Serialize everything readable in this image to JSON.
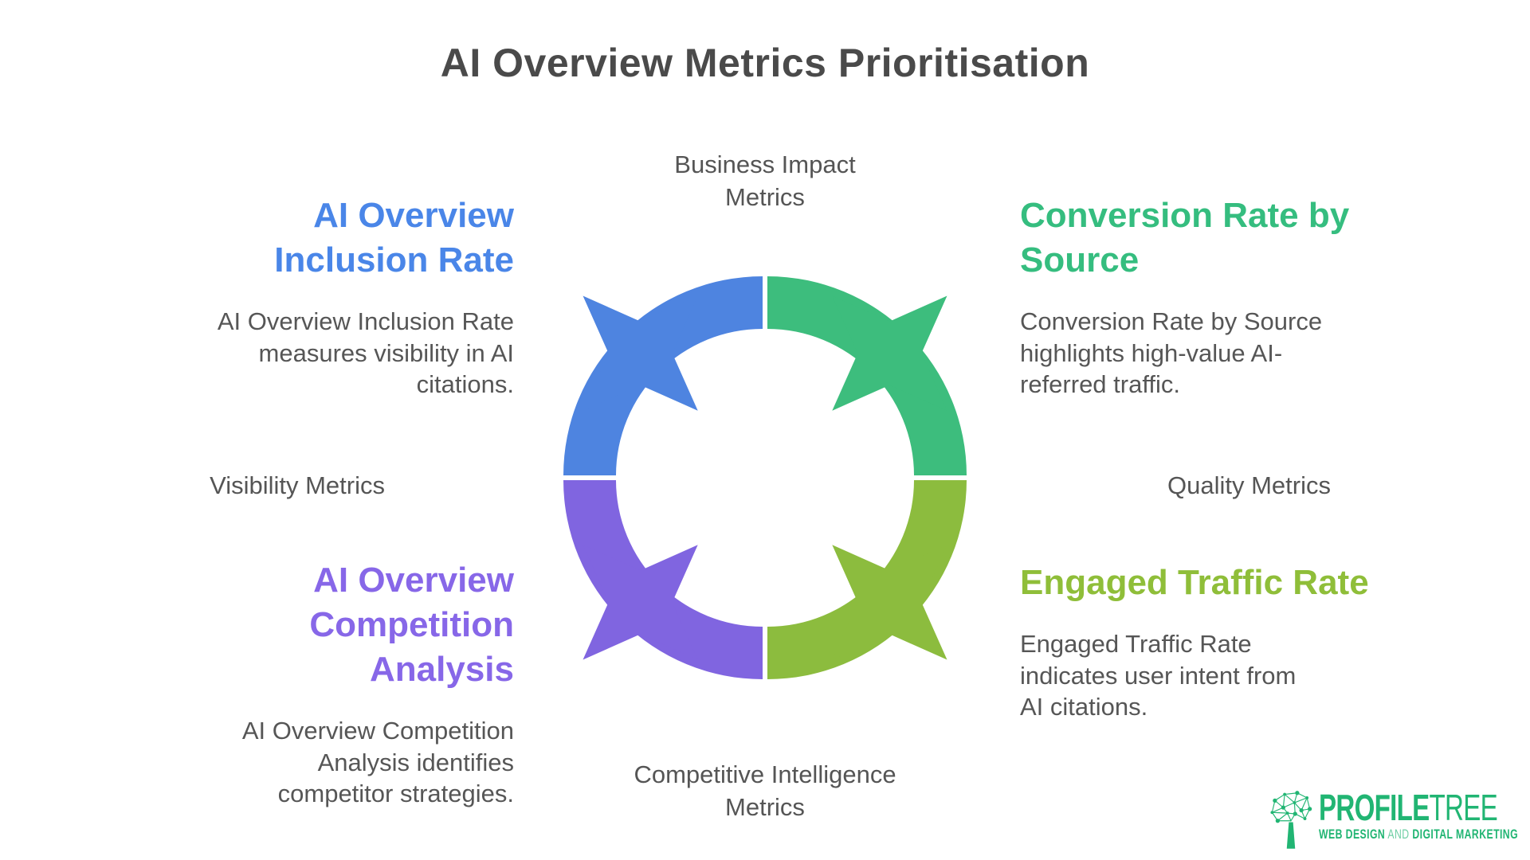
{
  "title": "AI Overview Metrics Prioritisation",
  "palette": {
    "blue": "#4e84e0",
    "green": "#3dbd7d",
    "purple": "#8065e0",
    "lime": "#8cbc3e",
    "heading_blue": "#4a86e8",
    "heading_green": "#35bd7f",
    "heading_purple": "#8767e8",
    "heading_lime": "#8fbe39",
    "text_gray": "#565656",
    "label_gray": "#555555",
    "title_gray": "#4a4a4a",
    "brand_green": "#21b573"
  },
  "cycle": {
    "top_label_lines": [
      "Business Impact",
      "Metrics"
    ],
    "bottom_label_lines": [
      "Competitive Intelligence",
      "Metrics"
    ],
    "left_label": "Visibility Metrics",
    "right_label": "Quality Metrics",
    "quadrants": [
      {
        "name": "visibility-quadrant",
        "color": "#4e84e0"
      },
      {
        "name": "quality-quadrant",
        "color": "#3dbd7d"
      },
      {
        "name": "competitive-quadrant",
        "color": "#8065e0"
      },
      {
        "name": "engagement-quadrant",
        "color": "#8cbc3e"
      }
    ]
  },
  "sections": {
    "inclusion": {
      "heading_lines": [
        "AI Overview",
        "Inclusion Rate"
      ],
      "desc_lines": [
        "AI Overview Inclusion Rate",
        "measures visibility in AI",
        "citations."
      ]
    },
    "conversion": {
      "heading_lines": [
        "Conversion Rate by",
        "Source"
      ],
      "desc_lines": [
        "Conversion Rate by Source",
        "highlights high-value AI-",
        "referred traffic."
      ]
    },
    "competition": {
      "heading_lines": [
        "AI Overview",
        "Competition",
        "Analysis"
      ],
      "desc_lines": [
        "AI Overview Competition",
        "Analysis identifies",
        "competitor strategies."
      ]
    },
    "engaged": {
      "heading_lines": [
        "Engaged Traffic Rate"
      ],
      "desc_lines": [
        "Engaged Traffic Rate",
        "indicates user intent from",
        "AI citations."
      ]
    }
  },
  "logo": {
    "brand_bold": "PROFILE",
    "brand_light": "TREE",
    "tagline_bold1": "WEB DESIGN",
    "tagline_light": "AND",
    "tagline_bold2": "DIGITAL MARKETING"
  }
}
